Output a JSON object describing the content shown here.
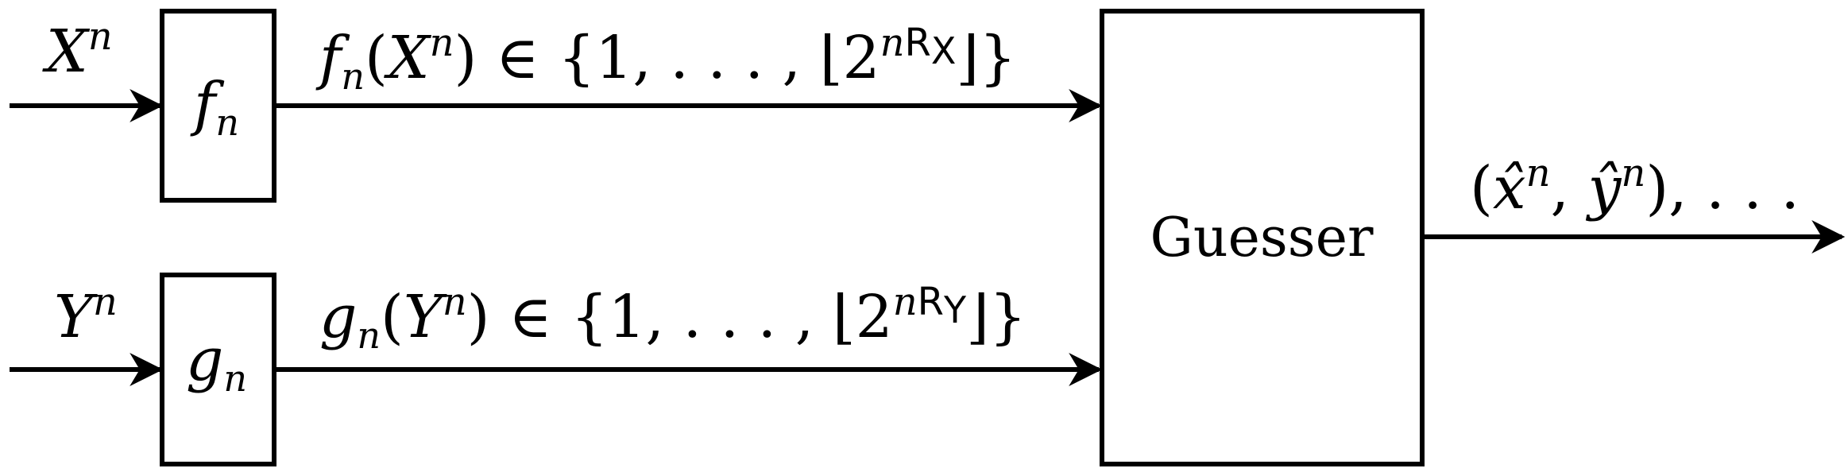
{
  "diagram": {
    "inputs": {
      "x": {
        "base": "X",
        "sup": "n"
      },
      "y": {
        "base": "Y",
        "sup": "n"
      }
    },
    "encoders": {
      "f": {
        "base": "f",
        "sub": "n"
      },
      "g": {
        "base": "g",
        "sub": "n"
      }
    },
    "messages": {
      "f": {
        "func": "f",
        "func_sub": "n",
        "arg": "X",
        "arg_sup": "n",
        "set_prefix": " ∈ {1, . . . , ⌊2",
        "exp_n": "n",
        "exp_R": "R",
        "exp_sub": "X",
        "set_suffix": "⌋}"
      },
      "g": {
        "func": "g",
        "func_sub": "n",
        "arg": "Y",
        "arg_sup": "n",
        "set_prefix": " ∈ {1, . . . , ⌊2",
        "exp_n": "n",
        "exp_R": "R",
        "exp_sub": "Y",
        "set_suffix": "⌋}"
      }
    },
    "guesser": {
      "label": "Guesser"
    },
    "output": {
      "open": "(",
      "x_hat": "x̂",
      "x_sup": "n",
      "sep": ", ",
      "y_hat": "ŷ",
      "y_sup": "n",
      "close": "), . . ."
    }
  }
}
